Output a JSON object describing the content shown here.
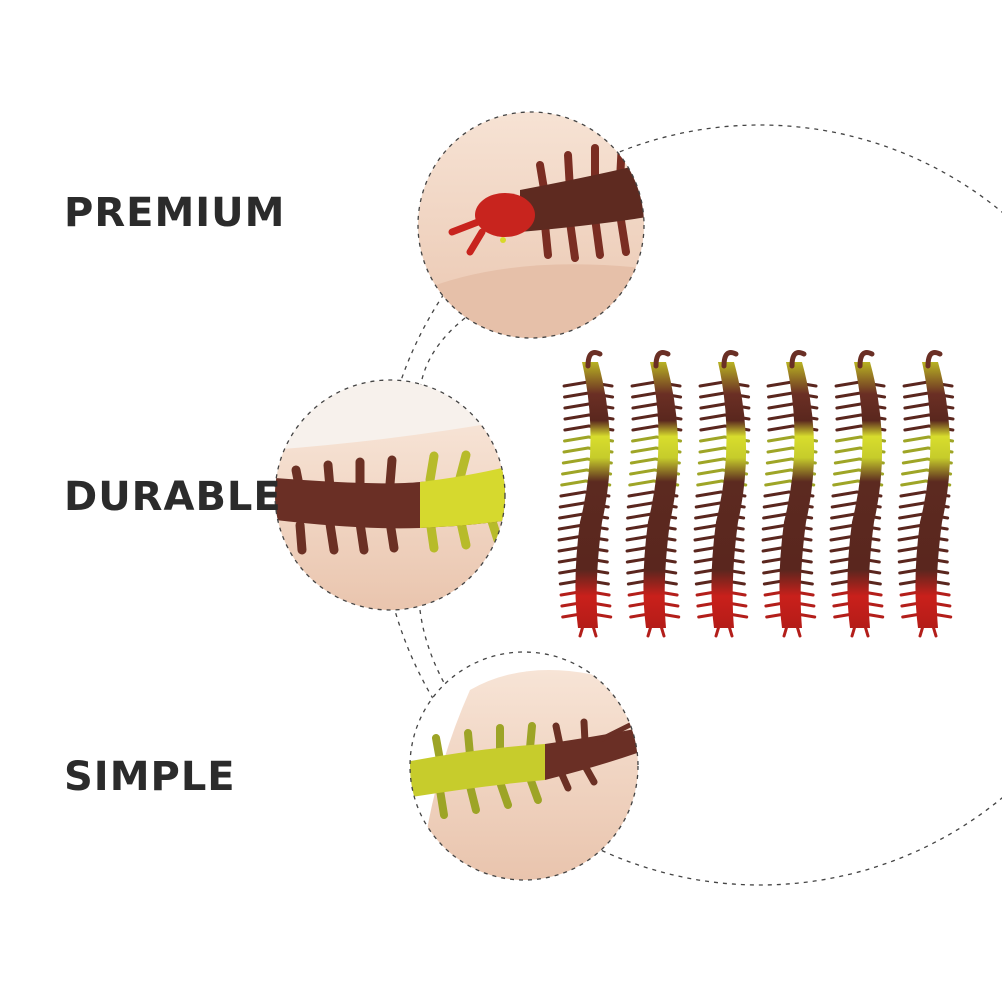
{
  "features": [
    {
      "label": "PREMIUM"
    },
    {
      "label": "DURABLE"
    },
    {
      "label": "SIMPLE"
    }
  ],
  "product": {
    "item_count": 6,
    "colors": {
      "body_brown": "#5a2a20",
      "body_yellow": "#c8cf2e",
      "head_red": "#c4221e",
      "skin": "#f1d5c3",
      "dashed_line": "#444444"
    }
  }
}
